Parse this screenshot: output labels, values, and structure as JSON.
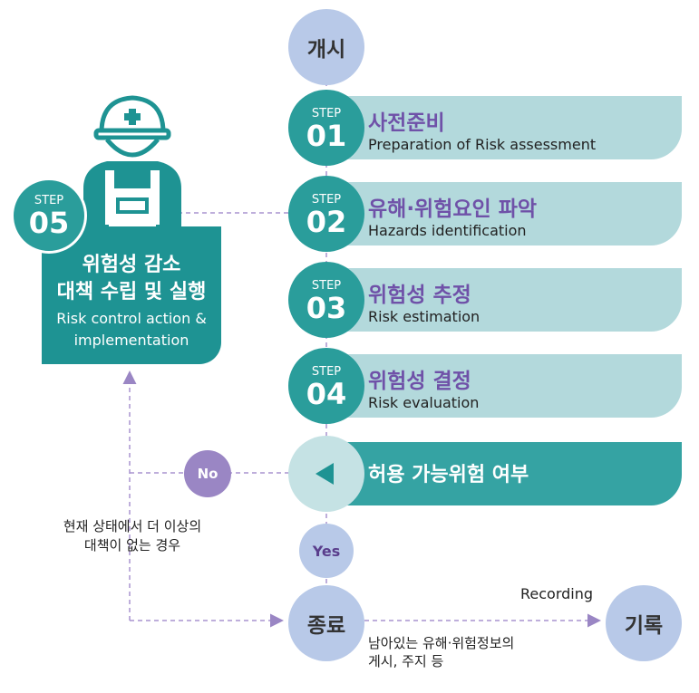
{
  "start": {
    "label": "개시"
  },
  "steps": [
    {
      "step_word": "STEP",
      "number": "01",
      "title": "사전준비",
      "subtitle": "Preparation of Risk assessment"
    },
    {
      "step_word": "STEP",
      "number": "02",
      "title": "유해·위험요인 파악",
      "subtitle": "Hazards identification"
    },
    {
      "step_word": "STEP",
      "number": "03",
      "title": "위험성 추정",
      "subtitle": "Risk estimation"
    },
    {
      "step_word": "STEP",
      "number": "04",
      "title": "위험성 결정",
      "subtitle": "Risk evaluation"
    }
  ],
  "decision": {
    "label": "허용 가능위험 여부"
  },
  "no_label": "No",
  "yes_label": "Yes",
  "step5": {
    "step_word": "STEP",
    "number": "05",
    "title_line1": "위험성 감소",
    "title_line2": "대책 수립 및 실행",
    "subtitle_line1": "Risk control action &",
    "subtitle_line2": "implementation"
  },
  "no_measure_note": {
    "line1": "현재 상태에서 더 이상의",
    "line2": "대책이 없는 경우"
  },
  "end": {
    "label": "종료"
  },
  "recording": {
    "label": "Recording",
    "circle": "기록"
  },
  "end_note": {
    "line1": "남아있는 유해·위험정보의",
    "line2": "게시, 주지 등"
  },
  "colors": {
    "teal": "#2a9d9b",
    "light_teal": "#b3d9dc",
    "purple_text": "#6f51a8",
    "lavender": "#b8c9e8",
    "no_purple": "#9a86c4",
    "dashed": "#a894cf"
  }
}
